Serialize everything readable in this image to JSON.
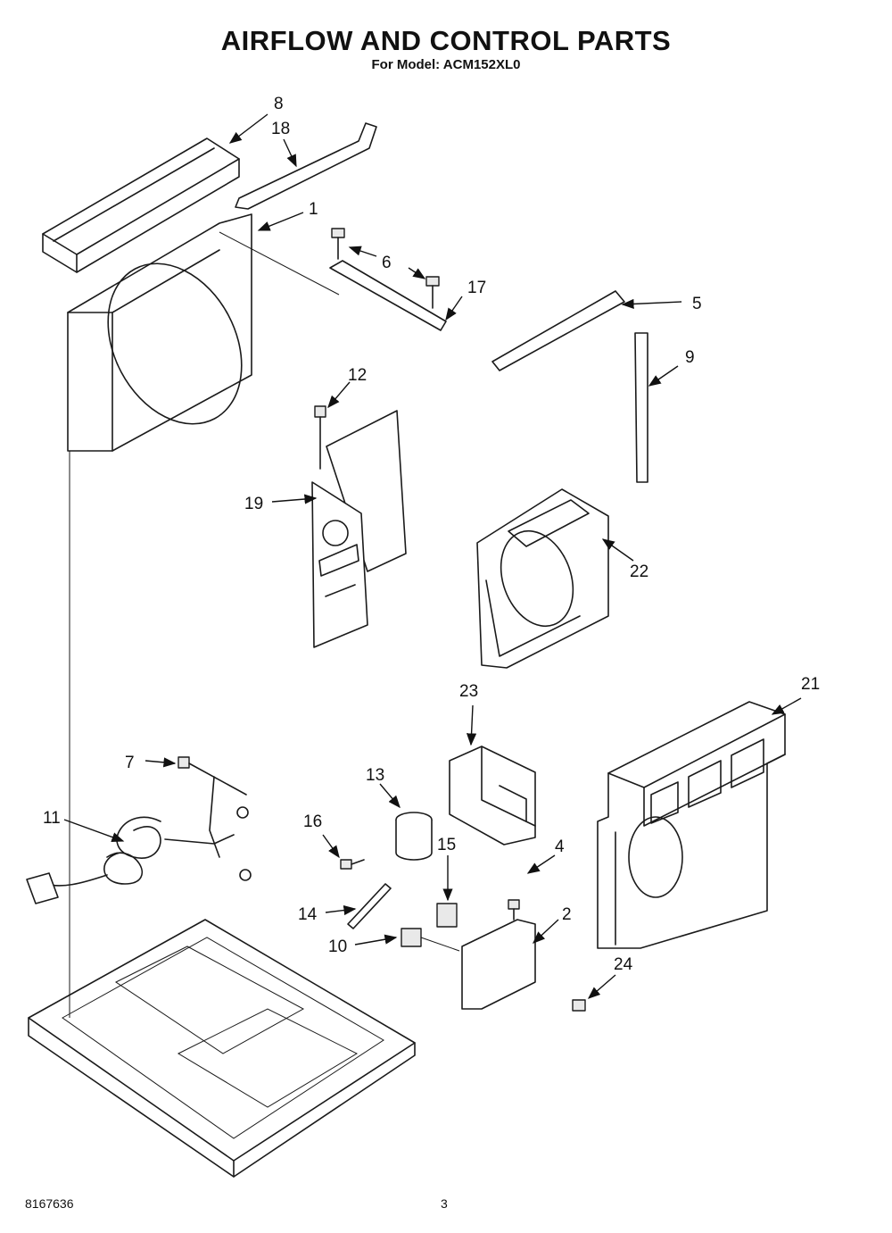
{
  "header": {
    "title": "AIRFLOW AND CONTROL PARTS",
    "subtitle": "For Model: ACM152XL0"
  },
  "footer": {
    "doc_number": "8167636",
    "page_number": "3"
  },
  "callouts": {
    "c1": "1",
    "c2": "2",
    "c4": "4",
    "c5": "5",
    "c6": "6",
    "c7": "7",
    "c8": "8",
    "c9": "9",
    "c10": "10",
    "c11": "11",
    "c12": "12",
    "c13": "13",
    "c14": "14",
    "c15": "15",
    "c16": "16",
    "c17": "17",
    "c18": "18",
    "c19": "19",
    "c21": "21",
    "c22": "22",
    "c23": "23",
    "c24": "24"
  }
}
